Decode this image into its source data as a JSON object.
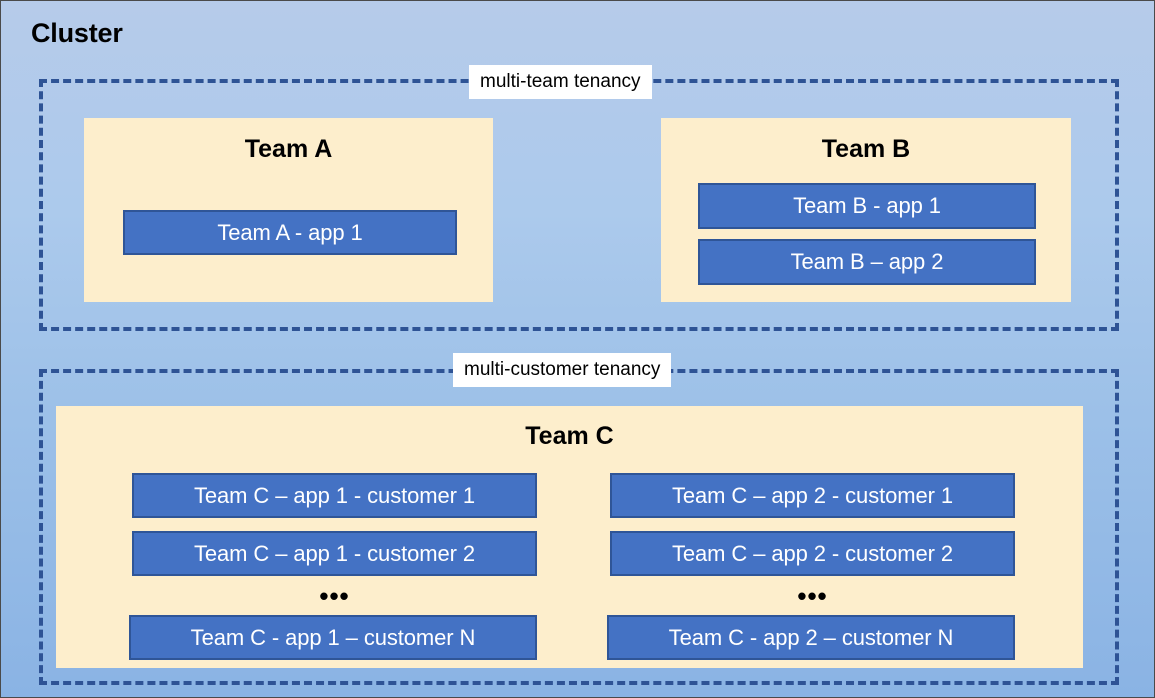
{
  "diagram": {
    "title": "Cluster",
    "background_top_color": "#b6cbea",
    "background_bottom_color": "#8ab3e4",
    "panel_color": "#fdeecc",
    "app_box_color": "#4472c4",
    "app_box_border_color": "#2f5597",
    "dashed_border_color": "#2e5395",
    "app_box_text_color": "#ffffff"
  },
  "regions": [
    {
      "id": "multi-team",
      "label": "multi-team tenancy",
      "teams": [
        {
          "id": "team-a",
          "title": "Team A",
          "apps": [
            {
              "id": "app-a1",
              "label": "Team A - app 1"
            }
          ]
        },
        {
          "id": "team-b",
          "title": "Team B",
          "apps": [
            {
              "id": "app-b1",
              "label": "Team B - app 1"
            },
            {
              "id": "app-b2",
              "label": "Team B – app 2"
            }
          ]
        }
      ]
    },
    {
      "id": "multi-customer",
      "label": "multi-customer tenancy",
      "teams": [
        {
          "id": "team-c",
          "title": "Team C",
          "columns": [
            {
              "id": "team-c-app-1",
              "apps": [
                {
                  "id": "app-c1-1",
                  "label": "Team C – app 1 - customer 1"
                },
                {
                  "id": "app-c1-2",
                  "label": "Team C – app 1 - customer 2"
                },
                {
                  "id": "app-c1-n",
                  "label": "Team C - app 1 – customer N"
                }
              ],
              "ellipsis": "•••"
            },
            {
              "id": "team-c-app-2",
              "apps": [
                {
                  "id": "app-c2-1",
                  "label": "Team C – app 2 - customer 1"
                },
                {
                  "id": "app-c2-2",
                  "label": "Team C – app 2 - customer 2"
                },
                {
                  "id": "app-c2-n",
                  "label": "Team C - app 2 – customer N"
                }
              ],
              "ellipsis": "•••"
            }
          ]
        }
      ]
    }
  ]
}
